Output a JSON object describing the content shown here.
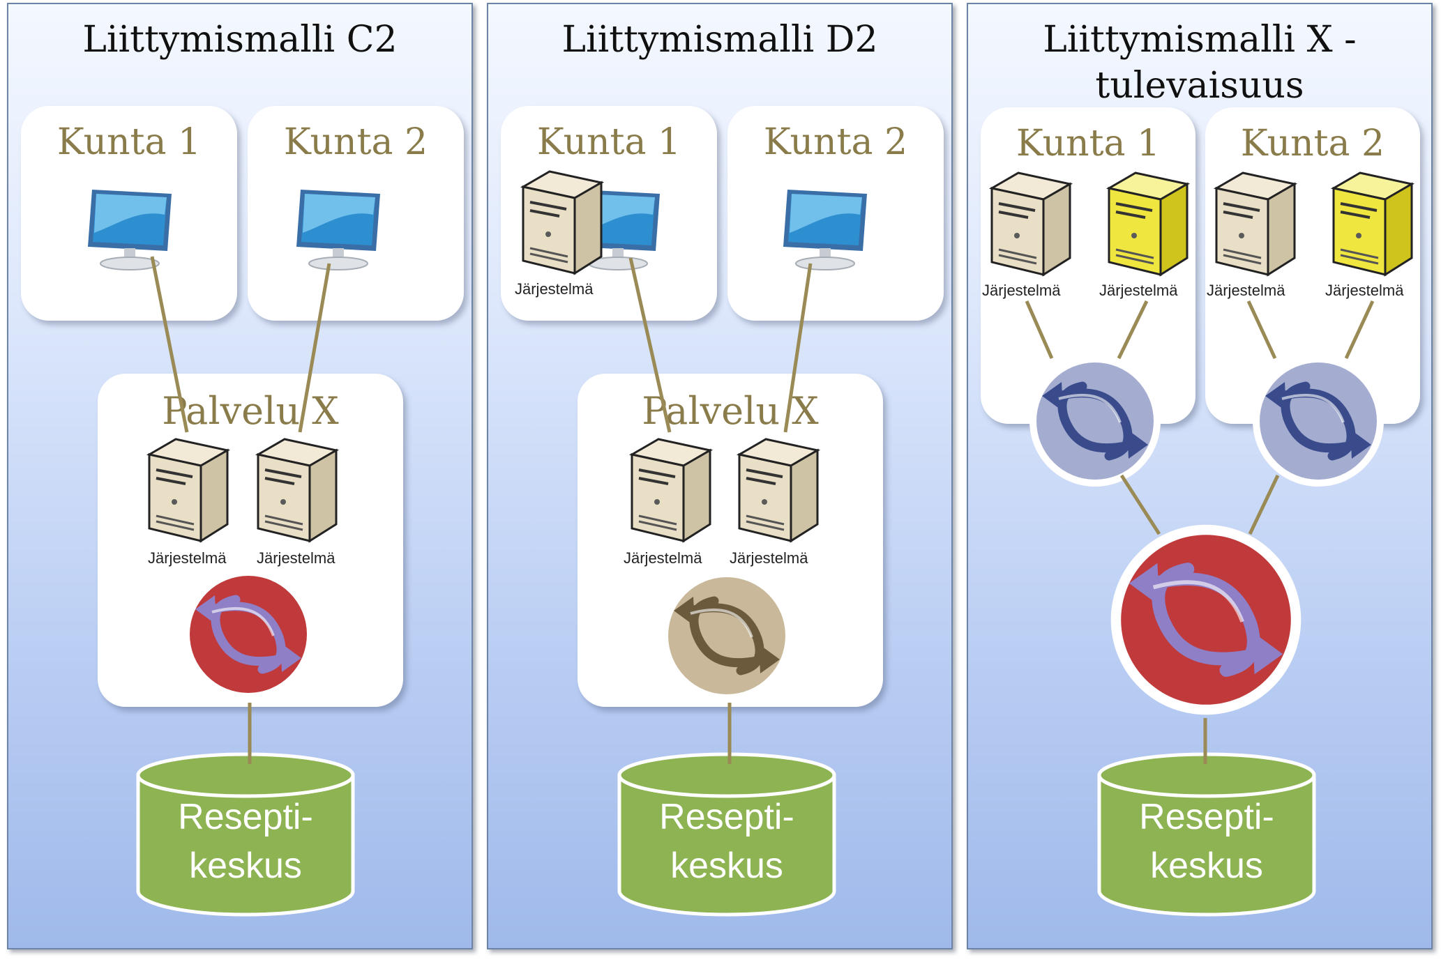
{
  "panels": [
    {
      "title": "Liittymismalli C2",
      "kunta1": "Kunta 1",
      "kunta2": "Kunta 2",
      "service": "Palvelu X",
      "system_labels": [
        "Järjestelmä",
        "Järjestelmä"
      ],
      "db_line1": "Resepti-",
      "db_line2": "keskus"
    },
    {
      "title": "Liittymismalli D2",
      "kunta1": "Kunta 1",
      "kunta2": "Kunta 2",
      "kunta1_system": "Järjestelmä",
      "service": "Palvelu X",
      "system_labels": [
        "Järjestelmä",
        "Järjestelmä"
      ],
      "db_line1": "Resepti-",
      "db_line2": "keskus"
    },
    {
      "title_line1": "Liittymismalli X -",
      "title_line2": "tulevaisuus",
      "kunta1": "Kunta 1",
      "kunta2": "Kunta 2",
      "system_labels": [
        "Järjestelmä",
        "Järjestelmä",
        "Järjestelmä",
        "Järjestelmä"
      ],
      "db_line1": "Resepti-",
      "db_line2": "keskus"
    }
  ],
  "colors": {
    "title_text": "#101010",
    "card_text": "#8a7c4a",
    "database": "#8db353",
    "hub_red": "#c0393b",
    "hub_tan": "#c9b99a",
    "hub_lavender": "#a4acd0",
    "server_beige": "#e9dfc6",
    "server_yellow": "#efe640",
    "wire": "#9a8a55"
  },
  "icons": [
    "monitor-icon",
    "server-icon",
    "exchange-hub-icon",
    "database-icon"
  ]
}
